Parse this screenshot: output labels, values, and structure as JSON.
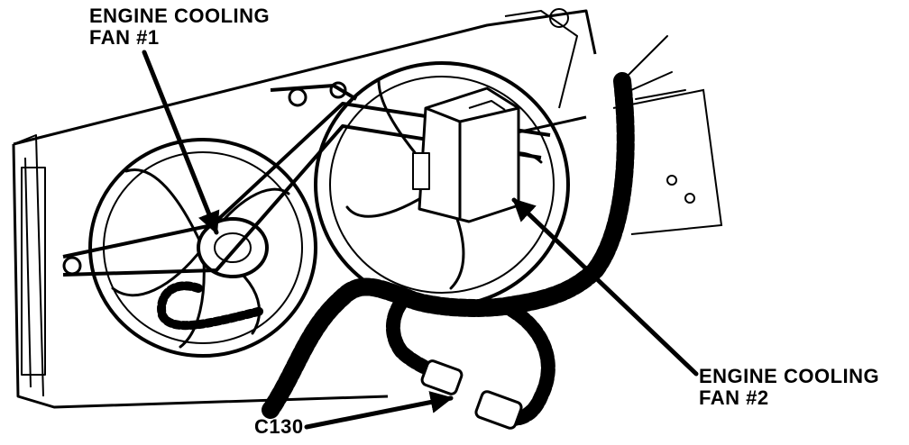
{
  "callouts": {
    "fan1": {
      "line1": "ENGINE COOLING",
      "line2": "FAN #1"
    },
    "fan2": {
      "line1": "ENGINE COOLING",
      "line2": "FAN #2"
    },
    "connector": "C130"
  },
  "colors": {
    "ink": "#000000",
    "paper": "#ffffff"
  }
}
